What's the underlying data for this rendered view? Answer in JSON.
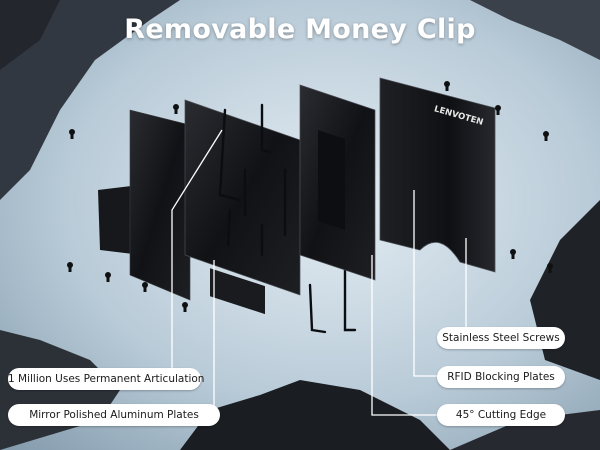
{
  "title": "Removable Money Clip",
  "brand": "LENVOTEN",
  "callouts": {
    "screws": "Stainless Steel Screws",
    "rfid": "RFID Blocking Plates",
    "edge": "45° Cutting Edge",
    "articulation": "1 Million Uses Permanent Articulation",
    "aluminum": "Mirror Polished Aluminum Plates"
  },
  "colors": {
    "sky_light": "#d9e4ec",
    "sky_mid": "#a9bfcf",
    "rock_dark": "#2b3038",
    "plate_black": "#141518",
    "callout_bg": "#ffffff"
  }
}
